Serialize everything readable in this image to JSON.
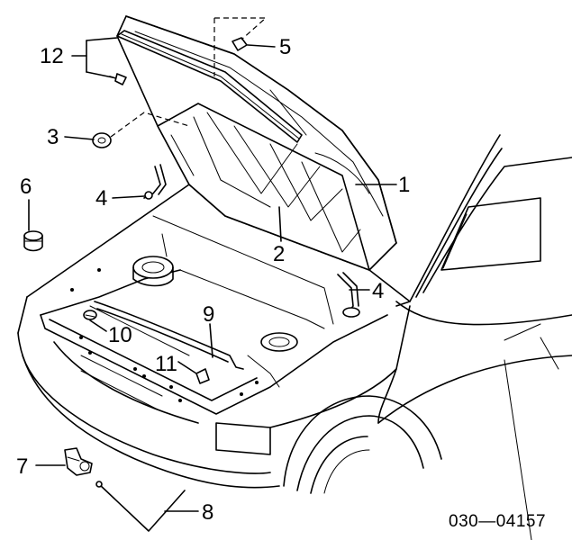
{
  "callouts": {
    "c1": "1",
    "c2": "2",
    "c3": "3",
    "c4a": "4",
    "c4b": "4",
    "c5": "5",
    "c6": "6",
    "c7": "7",
    "c8": "8",
    "c9": "9",
    "c10": "10",
    "c11": "11",
    "c12": "12"
  },
  "catalog_number": "030—04157"
}
